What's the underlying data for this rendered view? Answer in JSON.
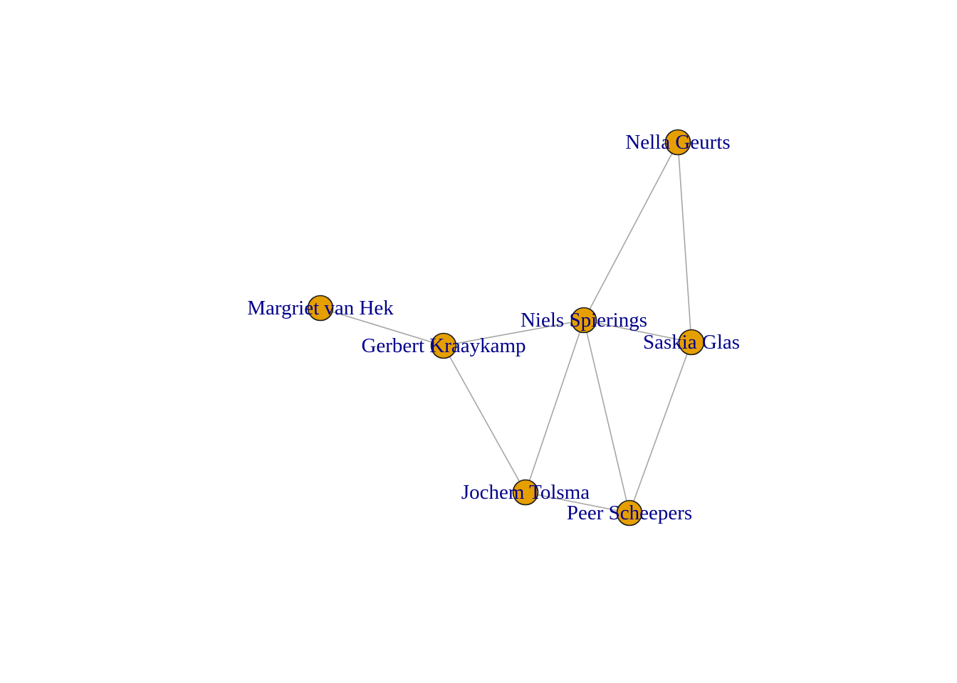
{
  "graph": {
    "node_color": "#E69F00",
    "node_border_color": "#1a1a1a",
    "edge_color": "#a6a6a6",
    "label_color": "#00008B",
    "nodes": [
      {
        "id": "nella",
        "label": "Nella Geurts"
      },
      {
        "id": "margriet",
        "label": "Margriet van Hek"
      },
      {
        "id": "niels",
        "label": "Niels Spierings"
      },
      {
        "id": "gerbert",
        "label": "Gerbert Kraaykamp"
      },
      {
        "id": "saskia",
        "label": "Saskia Glas"
      },
      {
        "id": "jochem",
        "label": "Jochem Tolsma"
      },
      {
        "id": "peer",
        "label": "Peer Scheepers"
      }
    ],
    "edges": [
      [
        "nella",
        "niels"
      ],
      [
        "nella",
        "saskia"
      ],
      [
        "margriet",
        "gerbert"
      ],
      [
        "gerbert",
        "niels"
      ],
      [
        "niels",
        "saskia"
      ],
      [
        "gerbert",
        "jochem"
      ],
      [
        "niels",
        "jochem"
      ],
      [
        "niels",
        "peer"
      ],
      [
        "saskia",
        "peer"
      ],
      [
        "jochem",
        "peer"
      ]
    ]
  }
}
